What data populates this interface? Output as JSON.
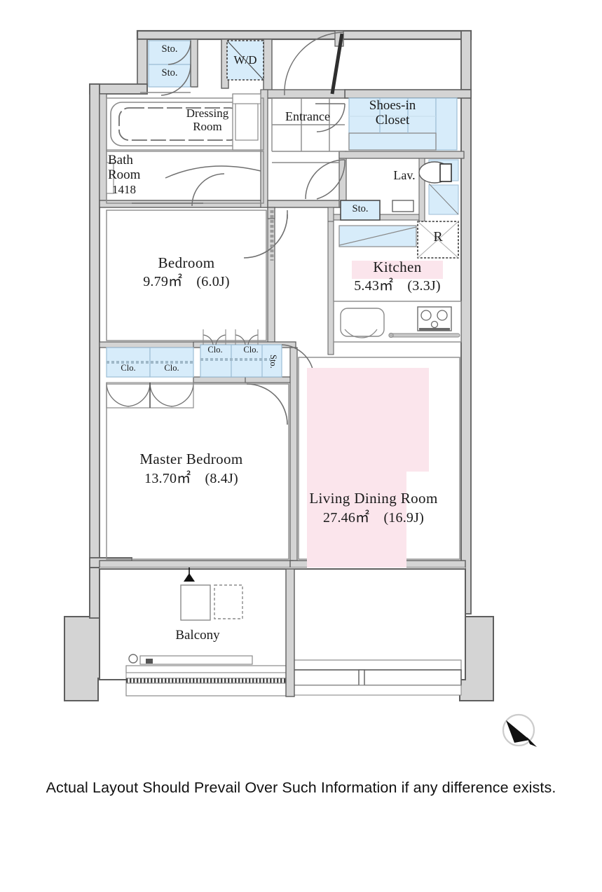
{
  "document": {
    "type": "apartment-floor-plan",
    "disclaimer": "Actual Layout Should Prevail Over Such Information if any difference exists."
  },
  "rooms": [
    {
      "id": "bedroom",
      "name": "Bedroom",
      "area_m2": "9.79",
      "area_unit": "㎡",
      "area_jo": "(6.0J)",
      "area_line": "9.79㎡　(6.0J)"
    },
    {
      "id": "master-bedroom",
      "name": "Master Bedroom",
      "area_m2": "13.70",
      "area_unit": "㎡",
      "area_jo": "(8.4J)",
      "area_line": "13.70㎡　(8.4J)"
    },
    {
      "id": "kitchen",
      "name": "Kitchen",
      "area_m2": "5.43",
      "area_unit": "㎡",
      "area_jo": "(3.3J)",
      "area_line": "5.43㎡　(3.3J)"
    },
    {
      "id": "living-dining-room",
      "name": "Living Dining Room",
      "area_m2": "27.46",
      "area_unit": "㎡",
      "area_jo": "(16.9J)",
      "area_line": "27.46㎡　(16.9J)"
    }
  ],
  "spaces": {
    "bath_room_line1": "Bath",
    "bath_room_line2": "Room",
    "bath_room_size": "1418",
    "dressing_room_line1": "Dressing",
    "dressing_room_line2": "Room",
    "entrance": "Entrance",
    "shoes_in_closet_line1": "Shoes-in",
    "shoes_in_closet_line2": "Closet",
    "lavatory": "Lav.",
    "balcony": "Balcony",
    "washer_dryer": "W/D",
    "refrigerator": "R"
  },
  "storage": {
    "sto_upper": "Sto.",
    "sto_lower": "Sto.",
    "sto_hall": "Sto.",
    "sto_vertical": "Sto.",
    "closet_1": "Clo.",
    "closet_2": "Clo.",
    "closet_3": "Clo.",
    "closet_4": "Clo."
  },
  "icons": {
    "compass": "compass-rose-icon",
    "bathtub": "bathtub-icon",
    "toilet": "toilet-icon",
    "sink": "kitchen-sink-icon",
    "stove": "gas-stove-icon",
    "ac_outdoor_unit": "ac-outdoor-unit-icon",
    "water_tap": "water-tap-icon",
    "door_swing": "door-swing-icon",
    "balcony_marker": "balcony-direction-marker-icon"
  },
  "colors": {
    "wall_fill": "#d4d4d4",
    "wall_stroke": "#5e5e5e",
    "interior_line": "#8a8a8a",
    "storage_fill": "#d7ecfa",
    "storage_stroke": "#9dbdd4",
    "highlight_pink": "#fbe5ec",
    "text": "#1a1a1a",
    "background": "#ffffff"
  }
}
